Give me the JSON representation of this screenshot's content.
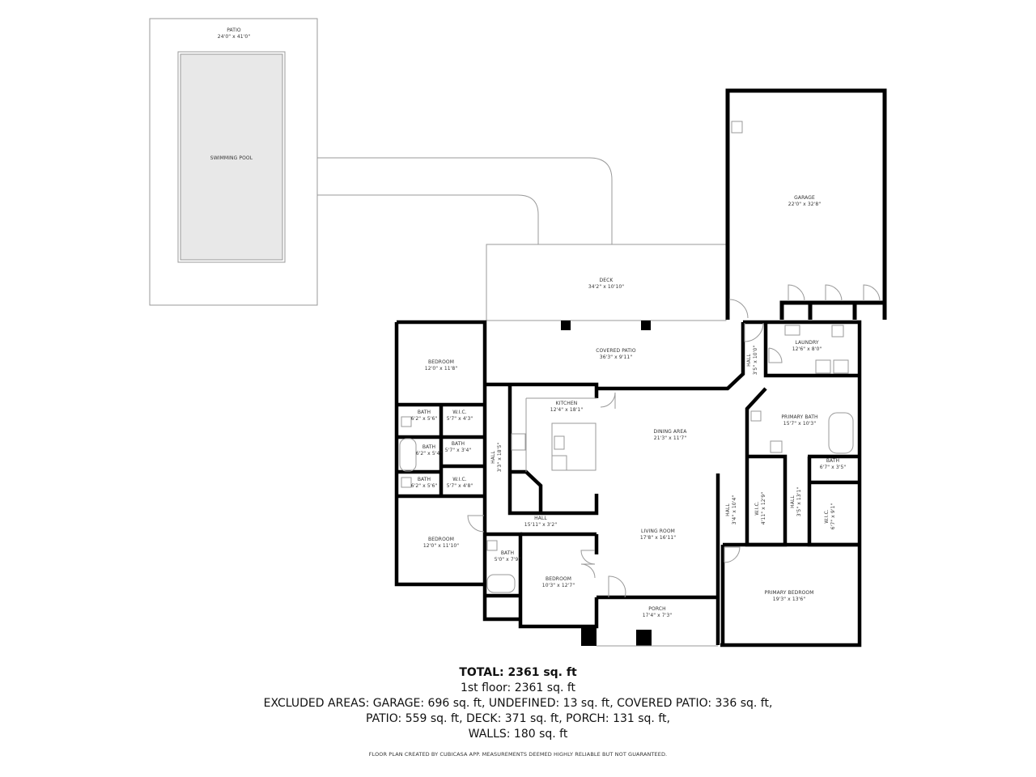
{
  "rooms": {
    "patio": {
      "name": "PATIO",
      "dims": "24'0\" x 41'0\""
    },
    "pool": {
      "name": "SWIMMING POOL"
    },
    "garage": {
      "name": "GARAGE",
      "dims": "22'0\" x 32'8\""
    },
    "deck": {
      "name": "DECK",
      "dims": "34'2\" x 10'10\""
    },
    "covered_patio": {
      "name": "COVERED PATIO",
      "dims": "36'3\" x 9'11\""
    },
    "bedroom_nw": {
      "name": "BEDROOM",
      "dims": "12'0\" x 11'8\""
    },
    "bath_1": {
      "name": "BATH",
      "dims": "6'2\" x 5'6\""
    },
    "wic_1": {
      "name": "W.I.C.",
      "dims": "5'7\" x 4'3\""
    },
    "bath_2": {
      "name": "BATH",
      "dims": "6'2\" x 5'4\""
    },
    "bath_3": {
      "name": "BATH",
      "dims": "5'7\" x 3'4\""
    },
    "bath_4": {
      "name": "BATH",
      "dims": "6'2\" x 5'6\""
    },
    "wic_2": {
      "name": "W.I.C.",
      "dims": "5'7\" x 4'8\""
    },
    "hall_w": {
      "name": "HALL",
      "dims": "3'3\" x 18'5\""
    },
    "bedroom_sw": {
      "name": "BEDROOM",
      "dims": "12'0\" x 11'10\""
    },
    "kitchen": {
      "name": "KITCHEN",
      "dims": "12'4\" x 18'1\""
    },
    "dining": {
      "name": "DINING AREA",
      "dims": "21'3\" x 11'7\""
    },
    "hall_s": {
      "name": "HALL",
      "dims": "15'11\" x 3'2\""
    },
    "living": {
      "name": "LIVING ROOM",
      "dims": "17'8\" x 16'11\""
    },
    "bath_5": {
      "name": "BATH",
      "dims": "5'0\" x 7'9\""
    },
    "bedroom_s": {
      "name": "BEDROOM",
      "dims": "10'3\" x 12'7\""
    },
    "porch": {
      "name": "PORCH",
      "dims": "17'4\" x 7'3\""
    },
    "hall_ne": {
      "name": "HALL",
      "dims": "3'5\" x 10'0\""
    },
    "laundry": {
      "name": "LAUNDRY",
      "dims": "12'6\" x 8'0\""
    },
    "primary_bath": {
      "name": "PRIMARY BATH",
      "dims": "15'7\" x 10'3\""
    },
    "bath_6": {
      "name": "BATH",
      "dims": "6'7\" x 3'5\""
    },
    "hall_e1": {
      "name": "HALL",
      "dims": "3'4\" x 10'4\""
    },
    "wic_3": {
      "name": "W.I.C.",
      "dims": "4'11\" x 12'9\""
    },
    "hall_e2": {
      "name": "HALL",
      "dims": "3'5\" x 13'1\""
    },
    "wic_4": {
      "name": "W.I.C.",
      "dims": "6'7\" x 9'1\""
    },
    "primary_bedroom": {
      "name": "PRIMARY BEDROOM",
      "dims": "19'3\" x 13'6\""
    }
  },
  "summary": {
    "total": "TOTAL: 2361 sq. ft",
    "floor": "1st floor: 2361 sq. ft",
    "excluded_1": "EXCLUDED AREAS: GARAGE: 696 sq. ft, UNDEFINED: 13 sq. ft, COVERED PATIO: 336 sq. ft,",
    "excluded_2": "PATIO: 559 sq. ft, DECK: 371 sq. ft, PORCH: 131 sq. ft,",
    "walls": "WALLS: 180 sq. ft"
  },
  "footer": "FLOOR PLAN CREATED BY CUBICASA APP. MEASUREMENTS DEEMED HIGHLY RELIABLE BUT NOT GUARANTEED.",
  "colors": {
    "wall": "#000000",
    "thin": "#888888",
    "pool_fill": "#e8e8e8"
  }
}
